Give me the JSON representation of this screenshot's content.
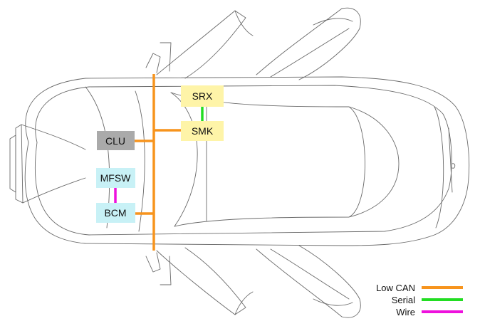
{
  "modules": {
    "srx": {
      "label": "SRX",
      "color": "#fef4a8"
    },
    "smk": {
      "label": "SMK",
      "color": "#fef4a8"
    },
    "clu": {
      "label": "CLU",
      "color": "#aaaaaa"
    },
    "mfsw": {
      "label": "MFSW",
      "color": "#c8f1f6"
    },
    "bcm": {
      "label": "BCM",
      "color": "#c8f1f6"
    }
  },
  "legend": {
    "low_can": {
      "label": "Low CAN",
      "color": "#f7941d"
    },
    "serial": {
      "label": "Serial",
      "color": "#22dd22"
    },
    "wire": {
      "label": "Wire",
      "color": "#ee11dd"
    }
  }
}
